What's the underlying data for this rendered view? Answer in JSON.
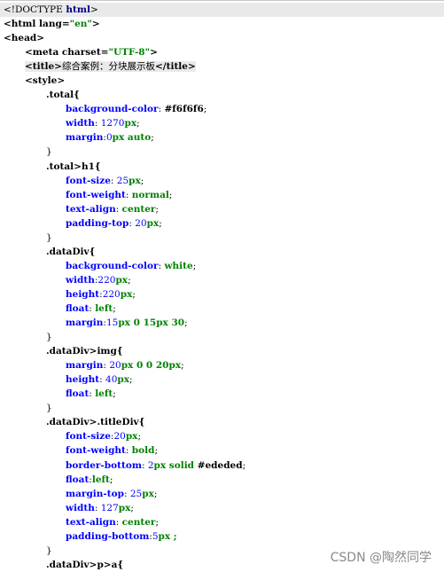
{
  "lines": {
    "l1": {
      "a": "<!DOCTYPE",
      "b": " html",
      "c": ">"
    },
    "l2": {
      "a": "<html ",
      "b": "lang=",
      "c": "\"en\"",
      "d": ">"
    },
    "l3": {
      "a": "<head>"
    },
    "l4": {
      "a": "<meta ",
      "b": "charset=",
      "c": "\"UTF-8\"",
      "d": ">"
    },
    "l5": {
      "a": "<title>",
      "b": "综合案例：分块展示板",
      "c": "</title>"
    },
    "l6": {
      "a": "<style>"
    }
  },
  "css": {
    "total_sel": ".total{",
    "bg_prop": "background-color",
    "bg_val": "#f6f6f6",
    "width_prop": "width",
    "width_num": "1270",
    "width_unit": "px",
    "margin_prop": "margin",
    "margin_num": "0",
    "margin_rest": "px auto",
    "close": "}",
    "h1_sel": ".total>h1{",
    "fs_prop": "font-size",
    "fs_num": "25",
    "px": "px",
    "fw_prop": "font-weight",
    "fw_val": "normal",
    "ta_prop": "text-align",
    "ta_val": "center",
    "pt_prop": "padding-top",
    "pt_num": "20",
    "dd_sel": ".dataDiv{",
    "dd_bg_val": "white",
    "dd_w_num": "220",
    "dd_h_prop": "height",
    "dd_h_num": "220",
    "float_prop": "float",
    "float_val": "left",
    "dd_m_a": "15",
    "dd_m_b": "px 0 15",
    "dd_m_c": "px 30",
    "img_sel": ".dataDiv>img{",
    "img_m_a": "20",
    "img_m_b": "px 0 0 20",
    "img_h_num": "40",
    "td_sel": ".dataDiv>.titleDiv{",
    "td_fs_num": "20",
    "td_fw_val": "bold",
    "bb_prop": "border-bottom",
    "bb_num": "2",
    "bb_rest": "px solid ",
    "bb_hex": "#ededed",
    "mt_prop": "margin-top",
    "mt_num": "25",
    "td_w_num": "127",
    "pb_prop": "padding-bottom",
    "pb_num": "5",
    "pb_tail": "px ;",
    "pa_sel": ".dataDiv>p>a{"
  },
  "watermark": "CSDN @陶然同学"
}
